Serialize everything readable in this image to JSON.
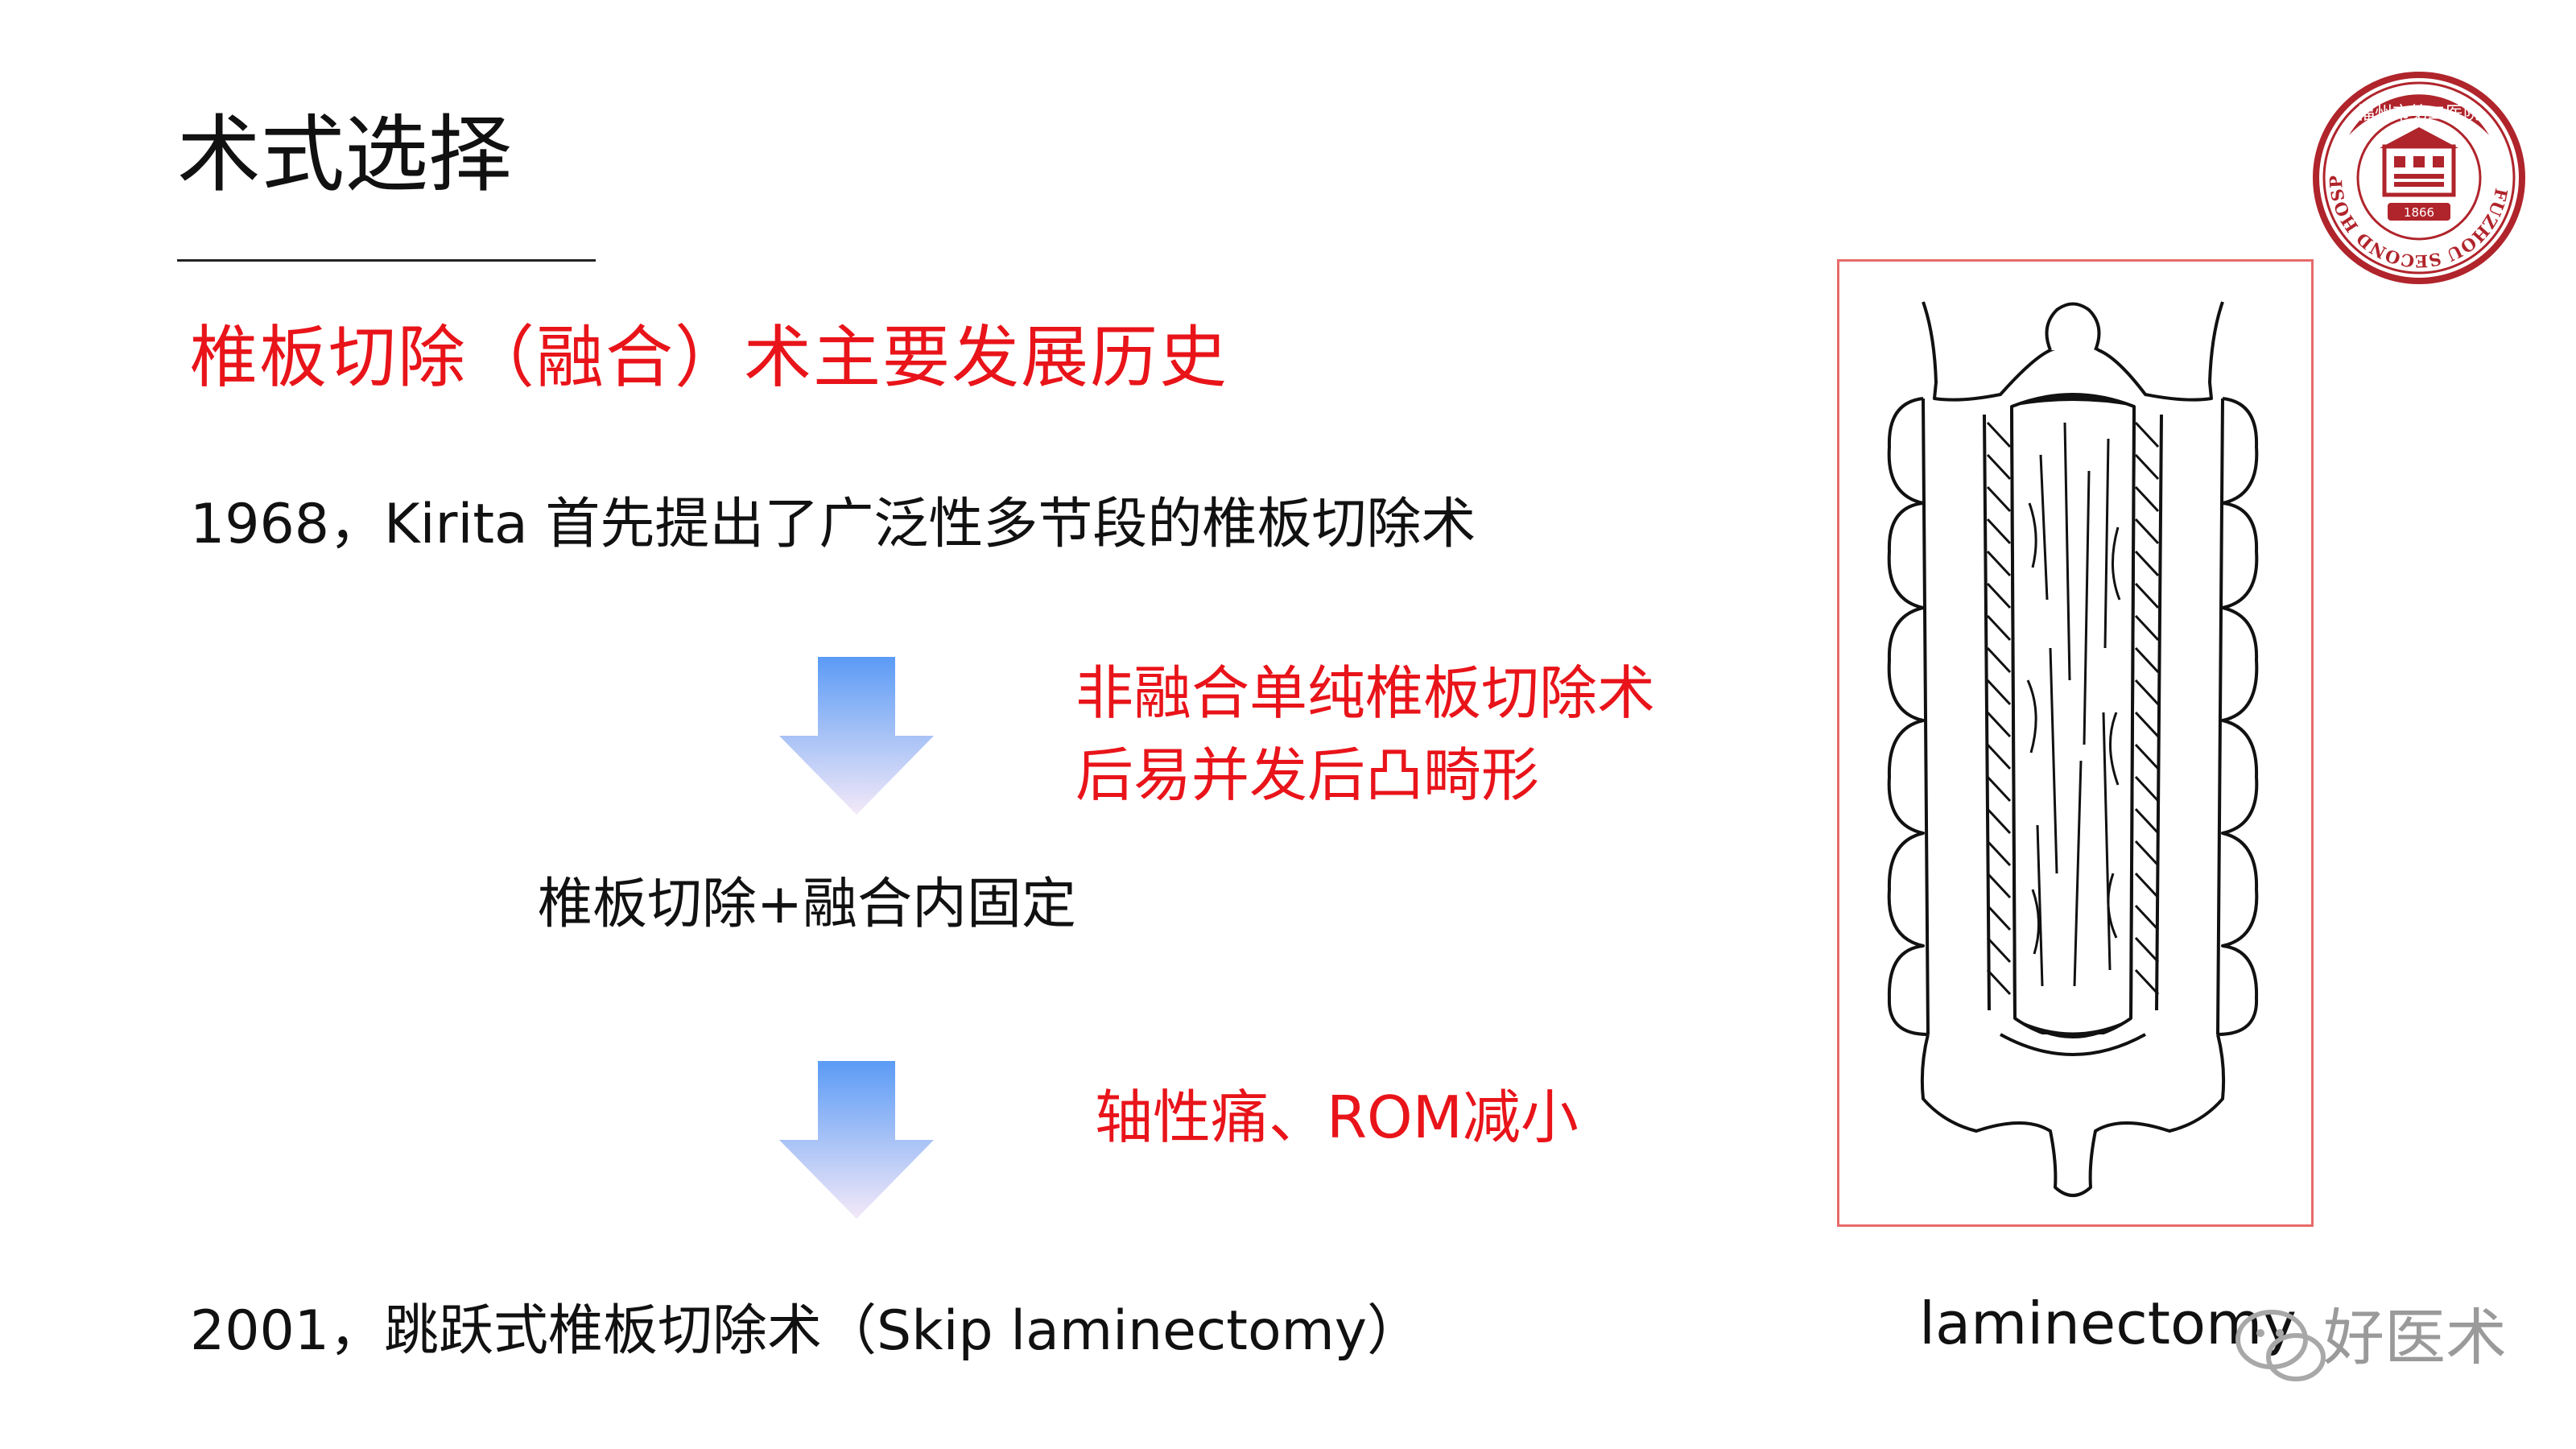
{
  "slide": {
    "title": "术式选择",
    "subtitle": "椎板切除（融合）术主要发展历史",
    "line1": "1968，Kirita 首先提出了广泛性多节段的椎板切除术",
    "note1_line1": "非融合单纯椎板切除术",
    "note1_line2": "后易并发后凸畸形",
    "mid": "椎板切除+融合内固定",
    "note2": "轴性痛、ROM减小",
    "line3": "2001，跳跃式椎板切除术（Skip laminectomy）",
    "figure_caption": "laminectomy"
  },
  "logo": {
    "ring_text": "FUZHOU SECOND HOSPITAL",
    "top_text": "福州市第二医院",
    "year": "1866",
    "color": "#b0242b"
  },
  "watermark": {
    "text": "好医术",
    "icon": "wechat-icon"
  },
  "colors": {
    "accent_red": "#e8141a",
    "arrow_top": "#5b9bf5",
    "arrow_bottom": "#f3e9f8",
    "figure_border": "#e86a6a"
  }
}
